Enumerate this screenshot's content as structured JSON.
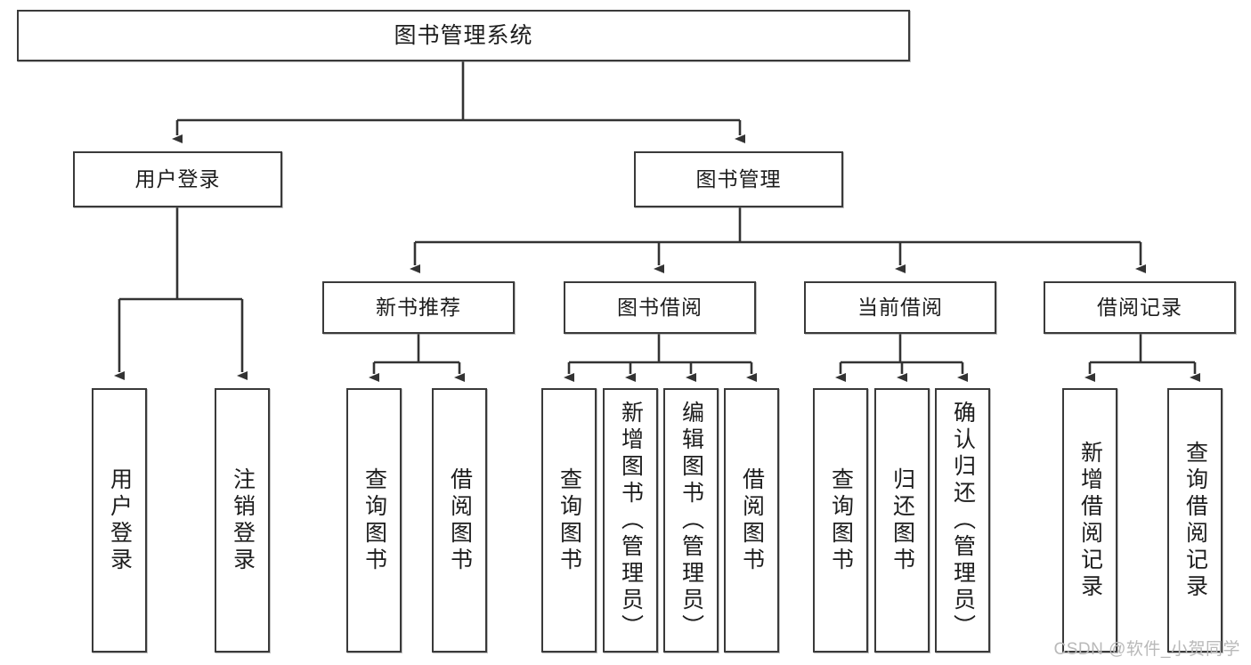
{
  "diagram": {
    "title": "图书管理系统",
    "type": "tree-hierarchy-diagram",
    "watermark": "CSDN @软件_小贺同学",
    "colors": {
      "box_border": "#3a3a3a",
      "box_fill": "#ffffff",
      "connector": "#333333",
      "text": "#1d1d1d",
      "watermark": "#b9b9b9"
    },
    "root": {
      "label": "图书管理系统"
    },
    "level2": [
      {
        "id": "user-login",
        "label": "用户登录"
      },
      {
        "id": "book-management",
        "label": "图书管理"
      }
    ],
    "level3": [
      {
        "id": "new-book-recommend",
        "label": "新书推荐"
      },
      {
        "id": "book-borrow",
        "label": "图书借阅"
      },
      {
        "id": "current-borrow",
        "label": "当前借阅"
      },
      {
        "id": "borrow-record",
        "label": "借阅记录"
      }
    ],
    "leaves": {
      "user_login": [
        {
          "id": "leaf-user-login",
          "label": "用户登录"
        },
        {
          "id": "leaf-logout-login",
          "label": "注销登录"
        }
      ],
      "new_book_recommend": [
        {
          "id": "leaf-query-book-1",
          "label": "查询图书"
        },
        {
          "id": "leaf-borrow-book-1",
          "label": "借阅图书"
        }
      ],
      "book_borrow": [
        {
          "id": "leaf-query-book-2",
          "label": "查询图书"
        },
        {
          "id": "leaf-add-book",
          "label": "新增图书（管理员）"
        },
        {
          "id": "leaf-edit-book",
          "label": "编辑图书（管理员）"
        },
        {
          "id": "leaf-borrow-book-2",
          "label": "借阅图书"
        }
      ],
      "current_borrow": [
        {
          "id": "leaf-query-book-3",
          "label": "查询图书"
        },
        {
          "id": "leaf-return-book",
          "label": "归还图书"
        },
        {
          "id": "leaf-confirm-return",
          "label": "确认归还（管理员）"
        }
      ],
      "borrow_record": [
        {
          "id": "leaf-add-borrow-record",
          "label": "新增借阅记录"
        },
        {
          "id": "leaf-query-borrow-record",
          "label": "查询借阅记录"
        }
      ]
    }
  }
}
